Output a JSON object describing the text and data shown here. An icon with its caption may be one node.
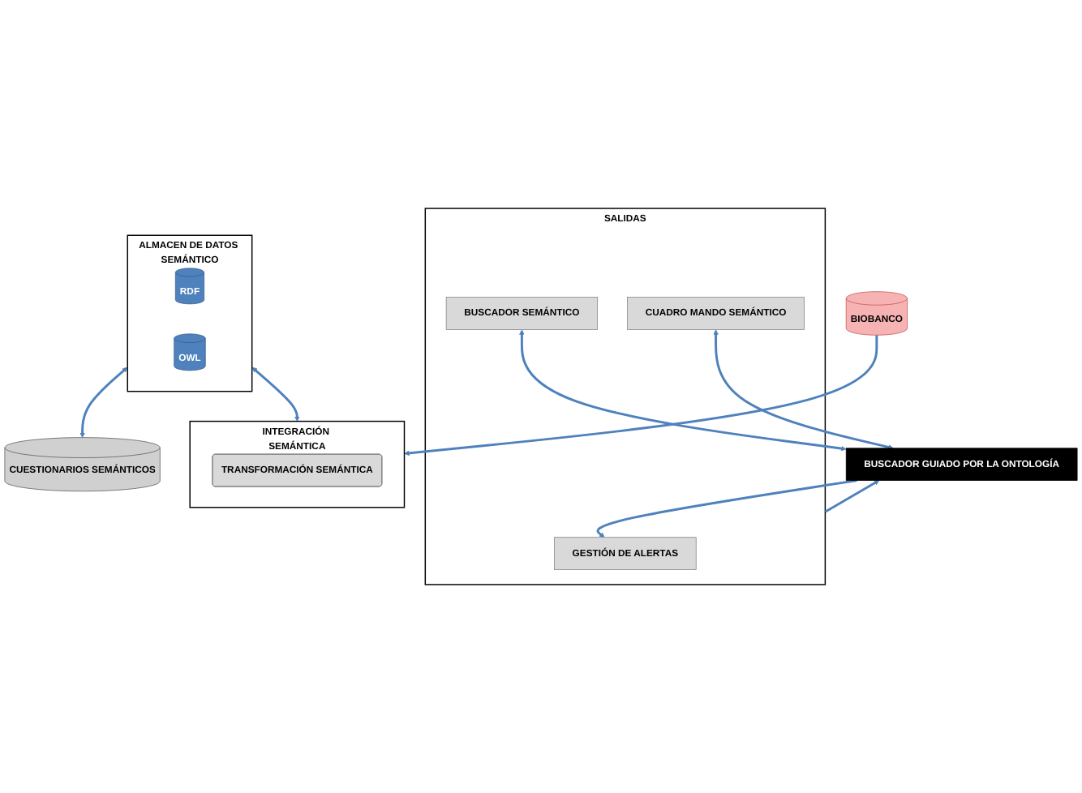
{
  "diagram": {
    "nodes": [
      {
        "text": [
          "SALIDAS"
        ]
      },
      {
        "text": [
          "BUSCADOR SEMÁNTICO"
        ],
        "in": 0
      },
      {
        "text": [
          "CUADRO MANDO SEMÁNTICO"
        ],
        "in": 0
      },
      {
        "text": [
          "GESTIÓN DE ALERTAS"
        ],
        "in": 0
      },
      {
        "text": [
          "BUSCADOR GUIADO POR LA ONTOLOGÍA"
        ]
      },
      {
        "text": [
          "ALMACEN DE DATOS SEMÁNTICO"
        ]
      },
      {
        "text": [
          "RDF"
        ],
        "in": 5
      },
      {
        "text": [
          "OWL"
        ],
        "in": 5
      },
      {
        "text": [
          "CUESTIONARIOS SEMÁNTICOS"
        ]
      },
      {
        "text": [
          "INTEGRACIÓN SEMÁNTICA"
        ]
      },
      {
        "text": [
          "TRANSFORMACIÓN SEMÁNTICA"
        ],
        "in": 9
      },
      {
        "text": [
          "BIOBANCO"
        ]
      }
    ],
    "edges": [
      {
        "from": 0,
        "to": 4,
        "arrow": "to"
      },
      {
        "from": 1,
        "to": 4,
        "arrow": "both"
      },
      {
        "from": 2,
        "to": 4,
        "arrow": "both"
      },
      {
        "from": 4,
        "to": 3,
        "arrow": "to"
      },
      {
        "from": 5,
        "to": 8,
        "arrow": "both"
      },
      {
        "from": 5,
        "to": 9,
        "arrow": "both"
      },
      {
        "from": 11,
        "to": 9,
        "arrow": "to"
      }
    ]
  }
}
